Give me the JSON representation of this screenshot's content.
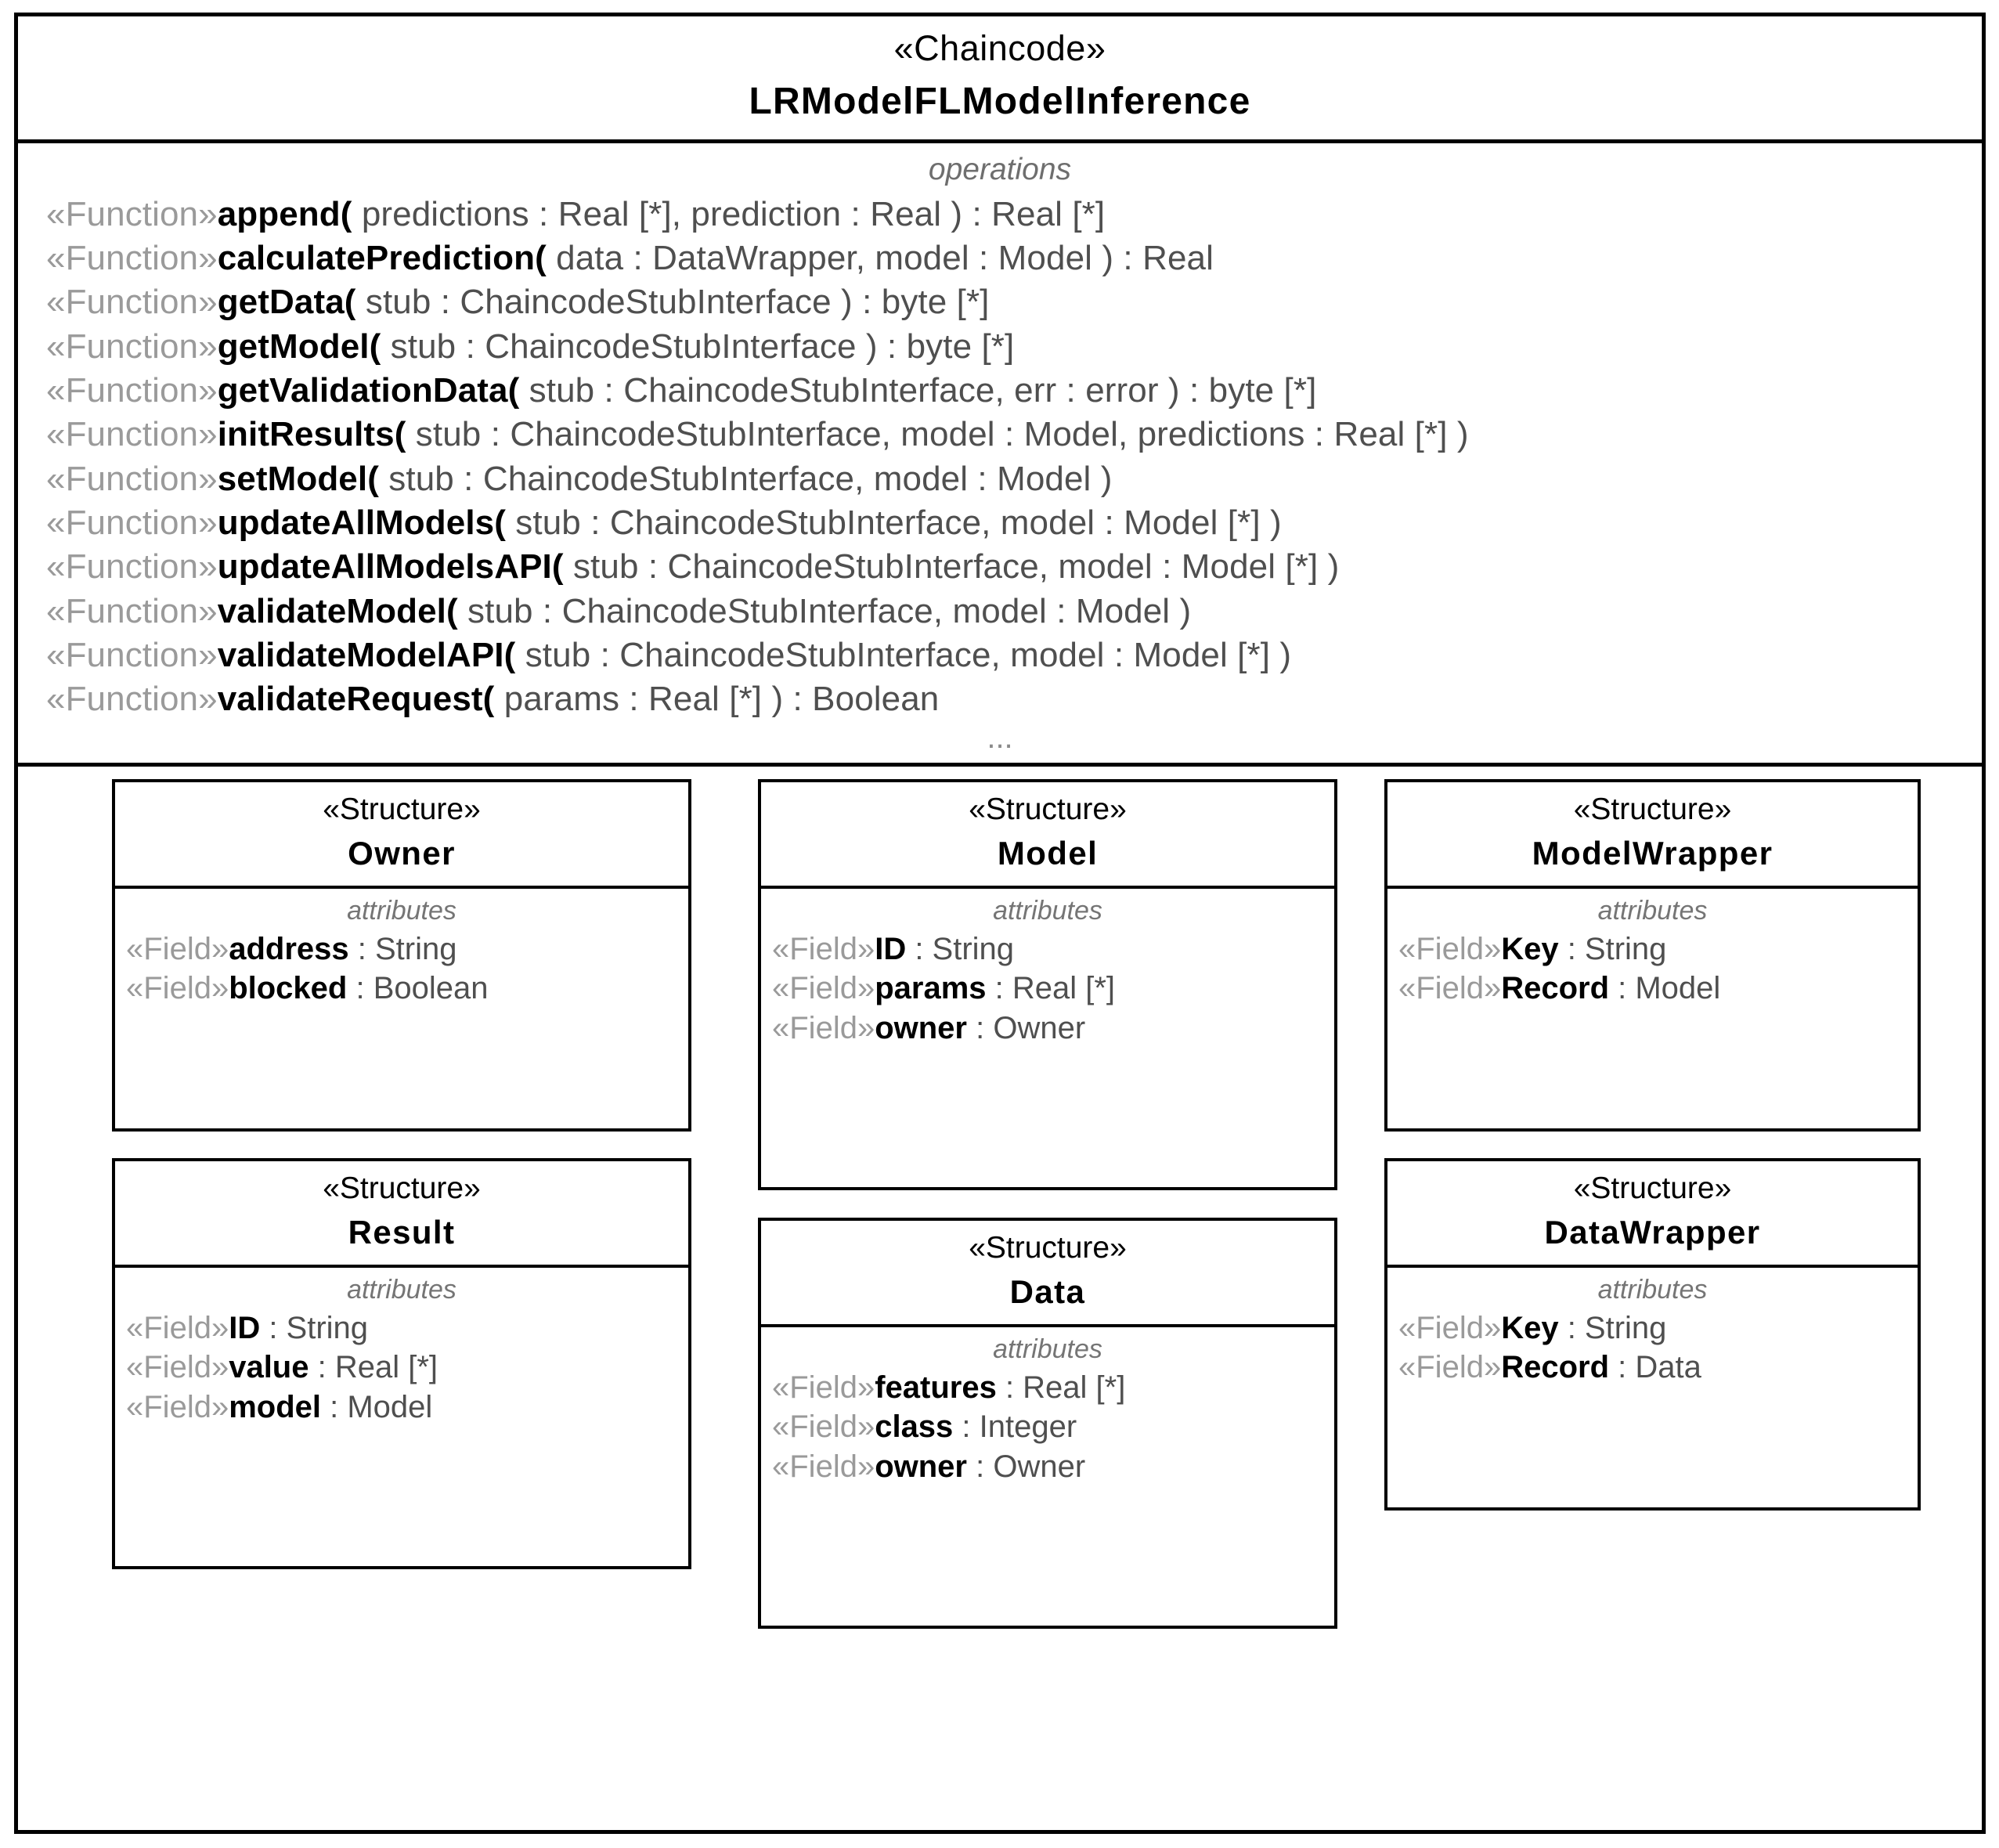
{
  "diagram": {
    "type": "uml-class-diagram",
    "main_class": {
      "stereotype": "«Chaincode»",
      "name": "LRModelFLModelInference",
      "operations_label": "operations",
      "ellipsis": "...",
      "operations": [
        {
          "stereotype": "«Function»",
          "name": "append(",
          "signature": " predictions : Real [*], prediction : Real ) : Real [*]"
        },
        {
          "stereotype": "«Function»",
          "name": "calculatePrediction(",
          "signature": " data : DataWrapper, model : Model ) : Real"
        },
        {
          "stereotype": "«Function»",
          "name": "getData(",
          "signature": " stub : ChaincodeStubInterface ) : byte [*]"
        },
        {
          "stereotype": "«Function»",
          "name": "getModel(",
          "signature": " stub : ChaincodeStubInterface ) : byte [*]"
        },
        {
          "stereotype": "«Function»",
          "name": "getValidationData(",
          "signature": " stub : ChaincodeStubInterface, err : error ) : byte [*]"
        },
        {
          "stereotype": "«Function»",
          "name": "initResults(",
          "signature": " stub : ChaincodeStubInterface, model : Model, predictions : Real [*] )"
        },
        {
          "stereotype": "«Function»",
          "name": "setModel(",
          "signature": " stub : ChaincodeStubInterface, model : Model )"
        },
        {
          "stereotype": "«Function»",
          "name": "updateAllModels(",
          "signature": " stub : ChaincodeStubInterface, model : Model [*] )"
        },
        {
          "stereotype": "«Function»",
          "name": "updateAllModelsAPI(",
          "signature": " stub : ChaincodeStubInterface, model : Model [*] )"
        },
        {
          "stereotype": "«Function»",
          "name": "validateModel(",
          "signature": " stub : ChaincodeStubInterface, model : Model )"
        },
        {
          "stereotype": "«Function»",
          "name": "validateModelAPI(",
          "signature": " stub : ChaincodeStubInterface, model : Model [*] )"
        },
        {
          "stereotype": "«Function»",
          "name": "validateRequest(",
          "signature": " params : Real [*] ) : Boolean"
        }
      ]
    },
    "structures": [
      {
        "stereotype": "«Structure»",
        "name": "Owner",
        "attributes_label": "attributes",
        "attributes": [
          {
            "stereotype": "«Field»",
            "name": "address",
            "type": " : String"
          },
          {
            "stereotype": "«Field»",
            "name": "blocked",
            "type": " : Boolean"
          }
        ]
      },
      {
        "stereotype": "«Structure»",
        "name": "Model",
        "attributes_label": "attributes",
        "attributes": [
          {
            "stereotype": "«Field»",
            "name": "ID",
            "type": " : String"
          },
          {
            "stereotype": "«Field»",
            "name": "params",
            "type": " : Real [*]"
          },
          {
            "stereotype": "«Field»",
            "name": "owner",
            "type": " : Owner"
          }
        ]
      },
      {
        "stereotype": "«Structure»",
        "name": "ModelWrapper",
        "attributes_label": "attributes",
        "attributes": [
          {
            "stereotype": "«Field»",
            "name": "Key",
            "type": " : String"
          },
          {
            "stereotype": "«Field»",
            "name": "Record",
            "type": " : Model"
          }
        ]
      },
      {
        "stereotype": "«Structure»",
        "name": "Result",
        "attributes_label": "attributes",
        "attributes": [
          {
            "stereotype": "«Field»",
            "name": "ID",
            "type": " : String"
          },
          {
            "stereotype": "«Field»",
            "name": "value",
            "type": " : Real [*]"
          },
          {
            "stereotype": "«Field»",
            "name": "model",
            "type": " : Model"
          }
        ]
      },
      {
        "stereotype": "«Structure»",
        "name": "Data",
        "attributes_label": "attributes",
        "attributes": [
          {
            "stereotype": "«Field»",
            "name": "features",
            "type": " : Real [*]"
          },
          {
            "stereotype": "«Field»",
            "name": "class",
            "type": " : Integer"
          },
          {
            "stereotype": "«Field»",
            "name": "owner",
            "type": " : Owner"
          }
        ]
      },
      {
        "stereotype": "«Structure»",
        "name": "DataWrapper",
        "attributes_label": "attributes",
        "attributes": [
          {
            "stereotype": "«Field»",
            "name": "Key",
            "type": " : String"
          },
          {
            "stereotype": "«Field»",
            "name": "Record",
            "type": " : Data"
          }
        ]
      }
    ]
  },
  "colors": {
    "border": "#000000",
    "stereotype_grey": "#9a9a9a",
    "label_grey": "#757575",
    "text": "#000000",
    "background": "#ffffff"
  }
}
